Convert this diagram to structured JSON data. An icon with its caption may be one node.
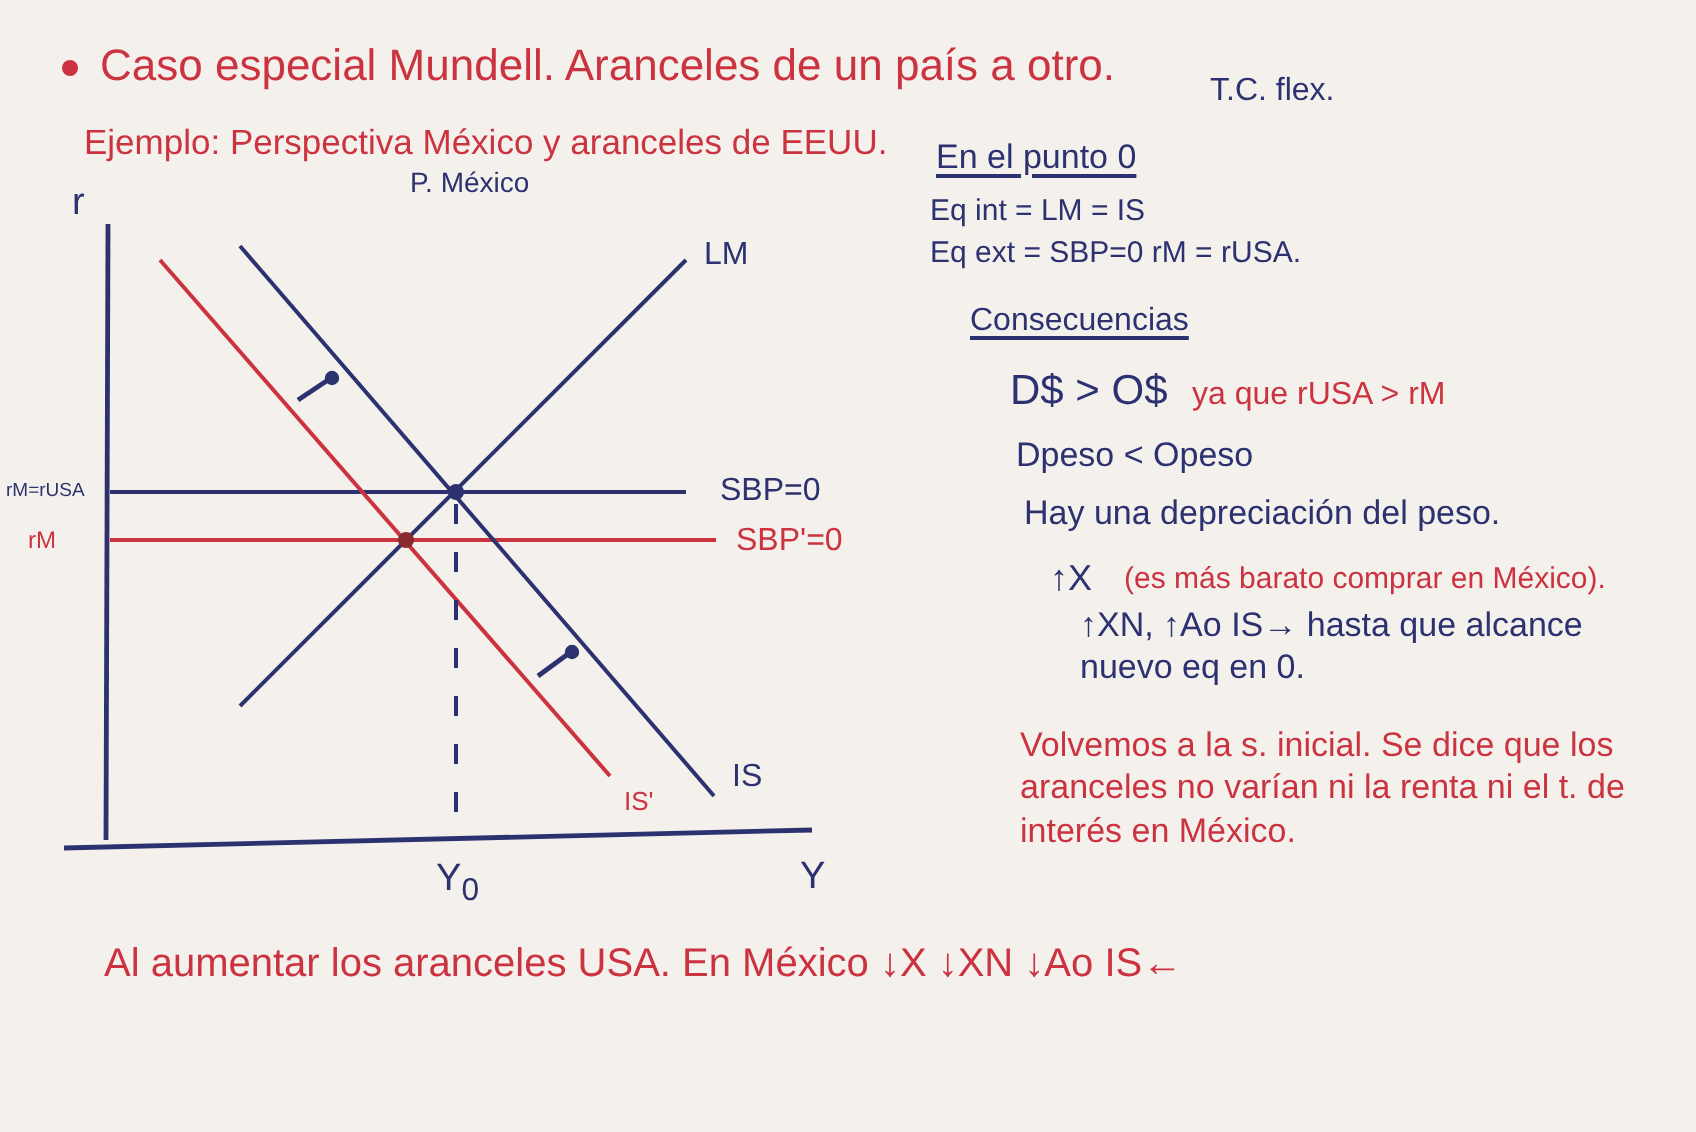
{
  "diagram": {
    "title": "Caso especial Mundell. Aranceles de un país a otro.",
    "labels": [
      "Ejemplo: Perspectiva México y aranceles de EEUU.",
      "T.C. flex.",
      "P. México",
      "r",
      "LM",
      "rM=rUSA",
      "SBP=0",
      "rM",
      "SBP'=0",
      "IS'",
      "IS",
      "Y$_{0}$",
      "Y",
      "En el punto 0",
      "Eq int = LM = IS",
      "Eq ext = SBP=0 rM = rUSA.",
      "Consecuencias",
      "D$ > O$",
      "ya que rUSA > rM",
      "Dpeso < Opeso",
      "Hay una depreciación del peso.",
      "↑X",
      "(es más barato comprar en México).",
      "↑XN, ↑Ao IS→ hasta que alcance nuevo eq en 0.",
      "Volvemos a la s. inicial. Se dice que los aranceles no varían ni la renta ni el t. de interés en México.",
      "Al aumentar los aranceles USA. En México ↓X ↓XN ↓Ao IS←"
    ]
  }
}
